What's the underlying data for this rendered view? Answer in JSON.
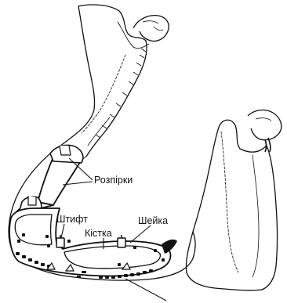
{
  "labels": {
    "spacers": "Розпірки",
    "pin": "Штифт",
    "bone": "Кістка",
    "neck": "Шейка"
  },
  "colors": {
    "ink": "#111111",
    "paper": "#ffffff",
    "shade": "#dcdcdc"
  }
}
